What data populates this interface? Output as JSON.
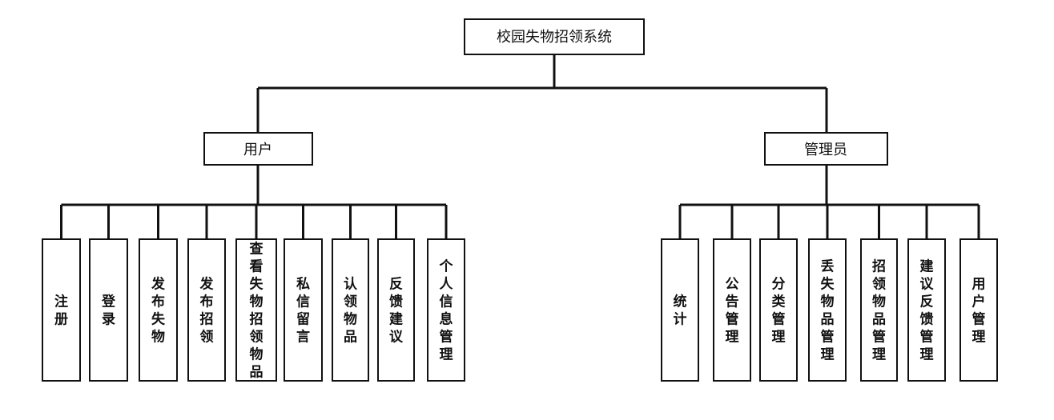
{
  "root": {
    "label": "校园失物招领系统"
  },
  "user": {
    "label": "用户",
    "children": [
      "注册",
      "登录",
      "发布失物",
      "发布招领",
      "查看失物招领物品",
      "私信留言",
      "认领物品",
      "反馈建议",
      "个人信息管理"
    ]
  },
  "admin": {
    "label": "管理员",
    "children": [
      "统计",
      "公告管理",
      "分类管理",
      "丢失物品管理",
      "招领物品管理",
      "建议反馈管理",
      "用户管理"
    ]
  },
  "colors": {
    "line": "#111111",
    "box_fill": "#ffffff",
    "text": "#111111"
  }
}
